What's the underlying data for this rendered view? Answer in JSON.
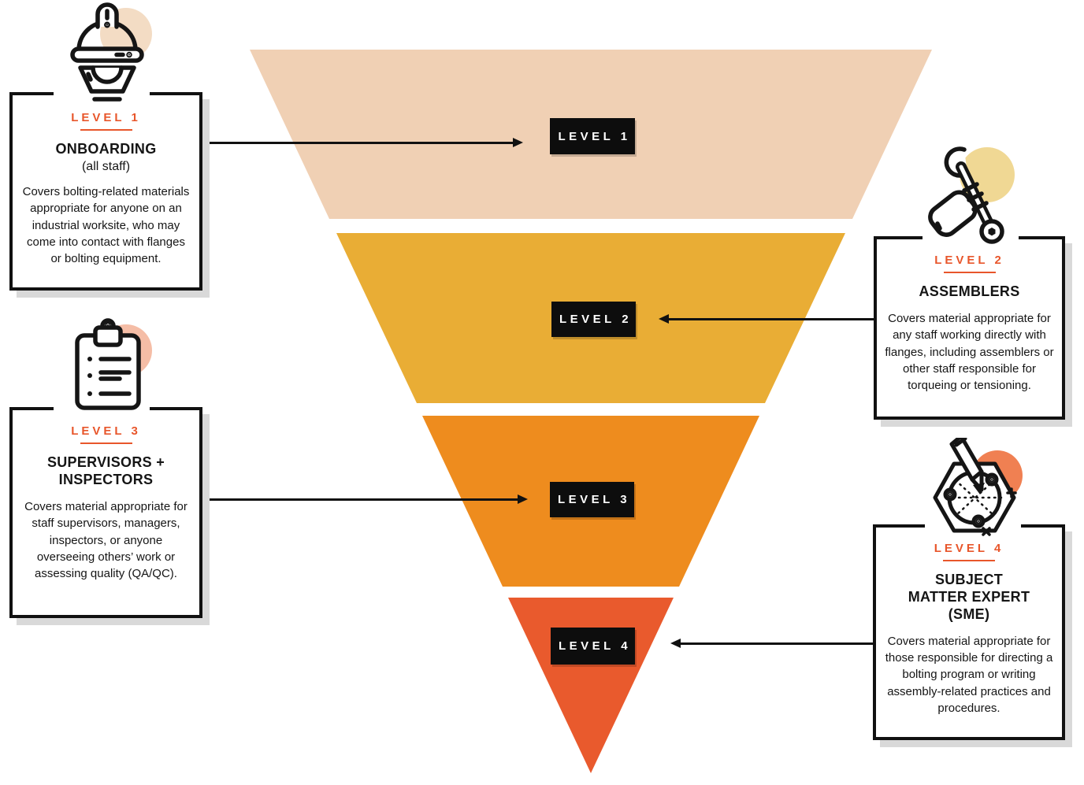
{
  "accent_color": "#E8562B",
  "funnel": {
    "levels": [
      {
        "label": "LEVEL 1",
        "color": "#F0D0B4"
      },
      {
        "label": "LEVEL 2",
        "color": "#E9AD35"
      },
      {
        "label": "LEVEL 3",
        "color": "#EE8C1E"
      },
      {
        "label": "LEVEL 4",
        "color": "#E95A2D"
      }
    ]
  },
  "callouts": [
    {
      "level_tag": "LEVEL 1",
      "icon": "hard-hat-icon",
      "icon_circle_color": "#F3DCC4",
      "title": "ONBOARDING",
      "subtitle": "(all staff)",
      "body": "Covers bolting-related materials appropriate for anyone on an industrial worksite, who may come into contact with flanges or bolting equipment."
    },
    {
      "level_tag": "LEVEL 2",
      "icon": "wrench-hand-icon",
      "icon_circle_color": "#F0D894",
      "title": "ASSEMBLERS",
      "body": "Covers material appropriate for any staff working directly with flanges, including assemblers or other staff responsible for torqueing or tensioning."
    },
    {
      "level_tag": "LEVEL 3",
      "icon": "clipboard-icon",
      "icon_circle_color": "#F5BDA6",
      "title": "SUPERVISORS +\nINSPECTORS",
      "body": "Covers material appropriate for staff supervisors, managers, inspectors, or anyone overseeing others’ work or assessing quality (QA/QC)."
    },
    {
      "level_tag": "LEVEL 4",
      "icon": "flange-pencil-icon",
      "icon_circle_color": "#F08052",
      "title": "SUBJECT\nMATTER EXPERT\n(SME)",
      "body": "Covers material appropriate for those responsible for directing a bolting program or writing assembly-related practices and procedures."
    }
  ]
}
